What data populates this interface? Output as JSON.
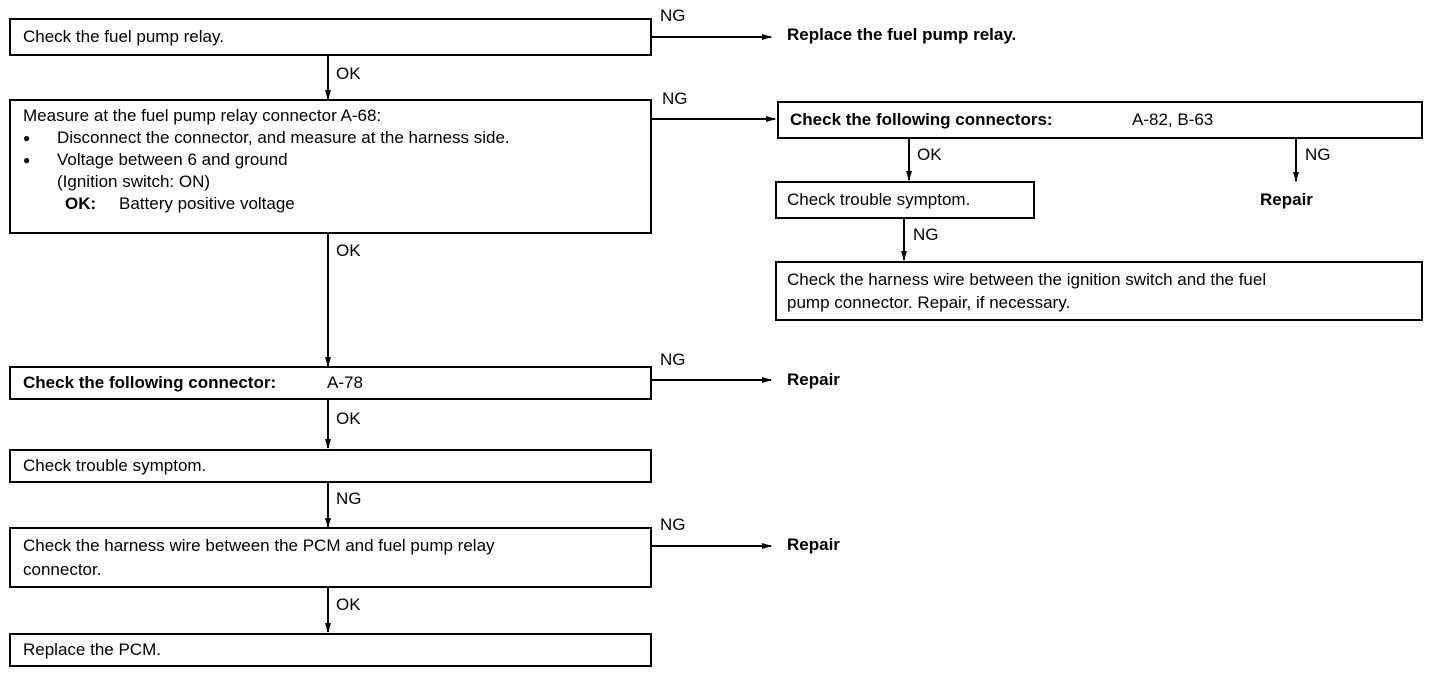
{
  "steps": {
    "relay": {
      "text": "Check the fuel pump relay."
    },
    "replace_relay": {
      "text": "Replace the fuel pump relay."
    },
    "measure": {
      "line1": "Measure at the fuel pump relay connector A-68:",
      "bullet": "●",
      "line2": "Disconnect the connector, and measure at the harness side.",
      "line3": "Voltage between 6 and ground",
      "line4": "(Ignition switch: ON)",
      "ok_key": "OK:",
      "ok_value": "Battery positive voltage"
    },
    "check_connectors_ab": {
      "bold_text": "Check the following connectors:",
      "value": "A-82, B-63"
    },
    "repair_right": {
      "text": "Repair"
    },
    "trouble_right": {
      "text": "Check trouble symptom."
    },
    "harness_ign": {
      "line1": "Check the harness wire between the ignition switch and the fuel",
      "line2": "pump connector. Repair, if necessary."
    },
    "check_connector_a78": {
      "bold_text": "Check the following connector:",
      "value": "A-78"
    },
    "repair_a78": {
      "text": "Repair"
    },
    "trouble_left": {
      "text": "Check trouble symptom."
    },
    "harness_pcm": {
      "line1": "Check the harness wire between the PCM and fuel pump relay",
      "line2": "connector."
    },
    "repair_pcm": {
      "text": "Repair"
    },
    "replace_pcm": {
      "text": "Replace the PCM."
    }
  },
  "labels": {
    "ok": "OK",
    "ng": "NG"
  }
}
